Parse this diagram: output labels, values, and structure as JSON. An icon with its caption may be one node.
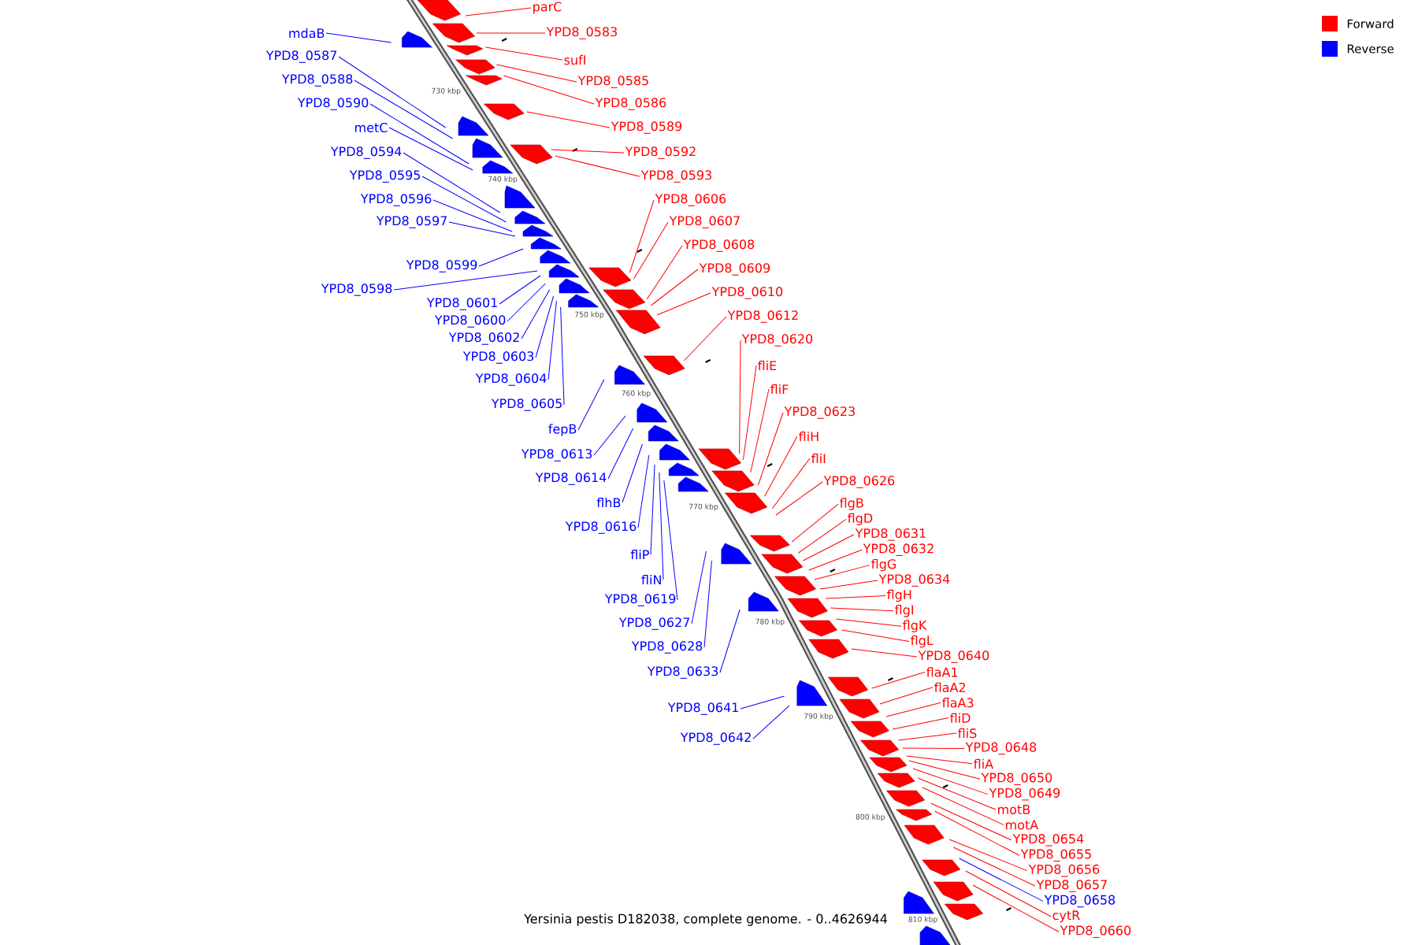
{
  "diagram": {
    "caption": "Yersinia pestis D182038, complete genome. - 0..4626944",
    "nodes": [
      {
        "text": [
          "parC"
        ]
      },
      {
        "text": [
          "YPD8_0583"
        ]
      },
      {
        "text": [
          "sufI"
        ]
      },
      {
        "text": [
          "YPD8_0585"
        ]
      },
      {
        "text": [
          "YPD8_0586"
        ]
      },
      {
        "text": [
          "YPD8_0589"
        ]
      },
      {
        "text": [
          "YPD8_0592"
        ]
      },
      {
        "text": [
          "YPD8_0593"
        ]
      },
      {
        "text": [
          "YPD8_0606"
        ]
      },
      {
        "text": [
          "YPD8_0607"
        ]
      },
      {
        "text": [
          "YPD8_0608"
        ]
      },
      {
        "text": [
          "YPD8_0609"
        ]
      },
      {
        "text": [
          "YPD8_0610"
        ]
      },
      {
        "text": [
          "YPD8_0612"
        ]
      },
      {
        "text": [
          "YPD8_0620"
        ]
      },
      {
        "text": [
          "fliE"
        ]
      },
      {
        "text": [
          "fliF"
        ]
      },
      {
        "text": [
          "YPD8_0623"
        ]
      },
      {
        "text": [
          "fliH"
        ]
      },
      {
        "text": [
          "fliI"
        ]
      },
      {
        "text": [
          "YPD8_0626"
        ]
      },
      {
        "text": [
          "flgB"
        ]
      },
      {
        "text": [
          "flgD"
        ]
      },
      {
        "text": [
          "YPD8_0631"
        ]
      },
      {
        "text": [
          "YPD8_0632"
        ]
      },
      {
        "text": [
          "flgG"
        ]
      },
      {
        "text": [
          "YPD8_0634"
        ]
      },
      {
        "text": [
          "flgH"
        ]
      },
      {
        "text": [
          "flgI"
        ]
      },
      {
        "text": [
          "flgK"
        ]
      },
      {
        "text": [
          "flgL"
        ]
      },
      {
        "text": [
          "YPD8_0640"
        ]
      },
      {
        "text": [
          "flaA1"
        ]
      },
      {
        "text": [
          "flaA2"
        ]
      },
      {
        "text": [
          "flaA3"
        ]
      },
      {
        "text": [
          "fliD"
        ]
      },
      {
        "text": [
          "fliS"
        ]
      },
      {
        "text": [
          "YPD8_0648"
        ]
      },
      {
        "text": [
          "fliA"
        ]
      },
      {
        "text": [
          "YPD8_0650"
        ]
      },
      {
        "text": [
          "YPD8_0649"
        ]
      },
      {
        "text": [
          "motB"
        ]
      },
      {
        "text": [
          "motA"
        ]
      },
      {
        "text": [
          "YPD8_0654"
        ]
      },
      {
        "text": [
          "YPD8_0655"
        ]
      },
      {
        "text": [
          "YPD8_0656"
        ]
      },
      {
        "text": [
          "YPD8_0657"
        ]
      },
      {
        "text": [
          "YPD8_0658"
        ]
      },
      {
        "text": [
          "cytR"
        ]
      },
      {
        "text": [
          "YPD8_0660"
        ]
      },
      {
        "text": [
          "mdaB"
        ]
      },
      {
        "text": [
          "YPD8_0587"
        ]
      },
      {
        "text": [
          "YPD8_0588"
        ]
      },
      {
        "text": [
          "YPD8_0590"
        ]
      },
      {
        "text": [
          "metC"
        ]
      },
      {
        "text": [
          "YPD8_0594"
        ]
      },
      {
        "text": [
          "YPD8_0595"
        ]
      },
      {
        "text": [
          "YPD8_0596"
        ]
      },
      {
        "text": [
          "YPD8_0597"
        ]
      },
      {
        "text": [
          "YPD8_0599"
        ]
      },
      {
        "text": [
          "YPD8_0598"
        ]
      },
      {
        "text": [
          "YPD8_0601"
        ]
      },
      {
        "text": [
          "YPD8_0600"
        ]
      },
      {
        "text": [
          "YPD8_0602"
        ]
      },
      {
        "text": [
          "YPD8_0603"
        ]
      },
      {
        "text": [
          "YPD8_0604"
        ]
      },
      {
        "text": [
          "YPD8_0605"
        ]
      },
      {
        "text": [
          "fepB"
        ]
      },
      {
        "text": [
          "YPD8_0613"
        ]
      },
      {
        "text": [
          "YPD8_0614"
        ]
      },
      {
        "text": [
          "flhB"
        ]
      },
      {
        "text": [
          "YPD8_0616"
        ]
      },
      {
        "text": [
          "fliP"
        ]
      },
      {
        "text": [
          "fliN"
        ]
      },
      {
        "text": [
          "YPD8_0619"
        ]
      },
      {
        "text": [
          "YPD8_0627"
        ]
      },
      {
        "text": [
          "YPD8_0628"
        ]
      },
      {
        "text": [
          "YPD8_0633"
        ]
      },
      {
        "text": [
          "YPD8_0641"
        ]
      },
      {
        "text": [
          "YPD8_0642"
        ]
      }
    ],
    "edges": [
      {
        "from": 0,
        "to": null,
        "arrow": "none"
      },
      {
        "from": 1,
        "to": null,
        "arrow": "none"
      },
      {
        "from": 2,
        "to": null,
        "arrow": "none"
      },
      {
        "from": 3,
        "to": null,
        "arrow": "none"
      },
      {
        "from": 4,
        "to": null,
        "arrow": "none"
      },
      {
        "from": 5,
        "to": null,
        "arrow": "none"
      },
      {
        "from": 6,
        "to": null,
        "arrow": "none"
      },
      {
        "from": 7,
        "to": null,
        "arrow": "none"
      },
      {
        "from": 8,
        "to": null,
        "arrow": "none"
      },
      {
        "from": 9,
        "to": null,
        "arrow": "none"
      },
      {
        "from": 10,
        "to": null,
        "arrow": "none"
      },
      {
        "from": 11,
        "to": null,
        "arrow": "none"
      },
      {
        "from": 12,
        "to": null,
        "arrow": "none"
      },
      {
        "from": 13,
        "to": null,
        "arrow": "none"
      },
      {
        "from": 14,
        "to": null,
        "arrow": "none"
      },
      {
        "from": 15,
        "to": null,
        "arrow": "none"
      },
      {
        "from": 16,
        "to": null,
        "arrow": "none"
      },
      {
        "from": 17,
        "to": null,
        "arrow": "none"
      },
      {
        "from": 18,
        "to": null,
        "arrow": "none"
      },
      {
        "from": 19,
        "to": null,
        "arrow": "none"
      },
      {
        "from": 20,
        "to": null,
        "arrow": "none"
      },
      {
        "from": 21,
        "to": null,
        "arrow": "none"
      },
      {
        "from": 22,
        "to": null,
        "arrow": "none"
      },
      {
        "from": 23,
        "to": null,
        "arrow": "none"
      },
      {
        "from": 24,
        "to": null,
        "arrow": "none"
      },
      {
        "from": 25,
        "to": null,
        "arrow": "none"
      },
      {
        "from": 26,
        "to": null,
        "arrow": "none"
      },
      {
        "from": 27,
        "to": null,
        "arrow": "none"
      },
      {
        "from": 28,
        "to": null,
        "arrow": "none"
      },
      {
        "from": 29,
        "to": null,
        "arrow": "none"
      },
      {
        "from": 30,
        "to": null,
        "arrow": "none"
      },
      {
        "from": 31,
        "to": null,
        "arrow": "none"
      },
      {
        "from": 32,
        "to": null,
        "arrow": "none"
      },
      {
        "from": 33,
        "to": null,
        "arrow": "none"
      },
      {
        "from": 34,
        "to": null,
        "arrow": "none"
      },
      {
        "from": 35,
        "to": null,
        "arrow": "none"
      },
      {
        "from": 36,
        "to": null,
        "arrow": "none"
      },
      {
        "from": 37,
        "to": null,
        "arrow": "none"
      },
      {
        "from": 38,
        "to": null,
        "arrow": "none"
      },
      {
        "from": 39,
        "to": null,
        "arrow": "none"
      },
      {
        "from": 40,
        "to": null,
        "arrow": "none"
      },
      {
        "from": 41,
        "to": null,
        "arrow": "none"
      },
      {
        "from": 42,
        "to": null,
        "arrow": "none"
      },
      {
        "from": 43,
        "to": null,
        "arrow": "none"
      },
      {
        "from": 44,
        "to": null,
        "arrow": "none"
      },
      {
        "from": 45,
        "to": null,
        "arrow": "none"
      },
      {
        "from": 46,
        "to": null,
        "arrow": "none"
      },
      {
        "from": 47,
        "to": null,
        "arrow": "none",
        "color": "#0000ff"
      },
      {
        "from": 48,
        "to": null,
        "arrow": "none"
      },
      {
        "from": 49,
        "to": null,
        "arrow": "none"
      },
      {
        "from": 50,
        "to": null,
        "arrow": "none",
        "color": "#0000ff"
      },
      {
        "from": 51,
        "to": null,
        "arrow": "none",
        "color": "#0000ff"
      },
      {
        "from": 52,
        "to": null,
        "arrow": "none",
        "color": "#0000ff"
      },
      {
        "from": 53,
        "to": null,
        "arrow": "none",
        "color": "#0000ff"
      },
      {
        "from": 54,
        "to": null,
        "arrow": "none",
        "color": "#0000ff"
      },
      {
        "from": 55,
        "to": null,
        "arrow": "none",
        "color": "#0000ff"
      },
      {
        "from": 56,
        "to": null,
        "arrow": "none",
        "color": "#0000ff"
      },
      {
        "from": 57,
        "to": null,
        "arrow": "none",
        "color": "#0000ff"
      },
      {
        "from": 58,
        "to": null,
        "arrow": "none",
        "color": "#0000ff"
      },
      {
        "from": 59,
        "to": null,
        "arrow": "none",
        "color": "#0000ff"
      },
      {
        "from": 60,
        "to": null,
        "arrow": "none",
        "color": "#0000ff"
      },
      {
        "from": 61,
        "to": null,
        "arrow": "none",
        "color": "#0000ff"
      },
      {
        "from": 62,
        "to": null,
        "arrow": "none",
        "color": "#0000ff"
      },
      {
        "from": 63,
        "to": null,
        "arrow": "none",
        "color": "#0000ff"
      },
      {
        "from": 64,
        "to": null,
        "arrow": "none",
        "color": "#0000ff"
      },
      {
        "from": 65,
        "to": null,
        "arrow": "none",
        "color": "#0000ff"
      },
      {
        "from": 66,
        "to": null,
        "arrow": "none",
        "color": "#0000ff"
      },
      {
        "from": 67,
        "to": null,
        "arrow": "none",
        "color": "#0000ff"
      },
      {
        "from": 68,
        "to": null,
        "arrow": "none",
        "color": "#0000ff"
      },
      {
        "from": 69,
        "to": null,
        "arrow": "none",
        "color": "#0000ff"
      },
      {
        "from": 70,
        "to": null,
        "arrow": "none",
        "color": "#0000ff"
      },
      {
        "from": 71,
        "to": null,
        "arrow": "none",
        "color": "#0000ff"
      },
      {
        "from": 72,
        "to": null,
        "arrow": "none",
        "color": "#0000ff"
      },
      {
        "from": 73,
        "to": null,
        "arrow": "none",
        "color": "#0000ff"
      },
      {
        "from": 74,
        "to": null,
        "arrow": "none",
        "color": "#0000ff"
      },
      {
        "from": 75,
        "to": null,
        "arrow": "none",
        "color": "#0000ff"
      },
      {
        "from": 76,
        "to": null,
        "arrow": "none",
        "color": "#0000ff"
      },
      {
        "from": 77,
        "to": null,
        "arrow": "none",
        "color": "#0000ff"
      },
      {
        "from": 78,
        "to": null,
        "arrow": "none",
        "color": "#0000ff"
      },
      {
        "from": 79,
        "to": null,
        "arrow": "none",
        "color": "#0000ff"
      }
    ],
    "labels": [
      "730 kbp",
      "740 kbp",
      "750 kbp",
      "760 kbp",
      "770 kbp",
      "780 kbp",
      "790 kbp",
      "800 kbp",
      "810 kbp"
    ],
    "legend": [
      {
        "text": "Forward",
        "color": "#ff0000"
      },
      {
        "text": "Reverse",
        "color": "#0000ff"
      }
    ]
  }
}
